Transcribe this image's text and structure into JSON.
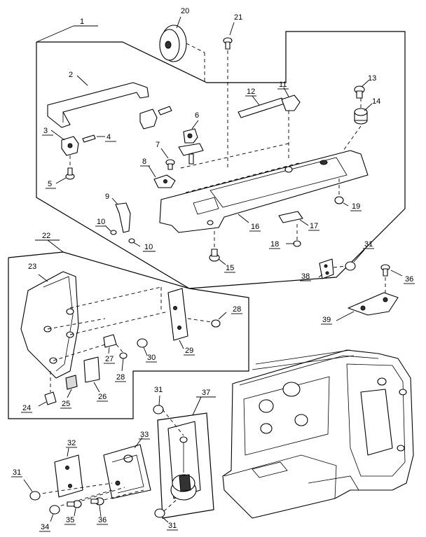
{
  "callouts": [
    {
      "id": "1",
      "label": "1"
    },
    {
      "id": "2",
      "label": "2"
    },
    {
      "id": "3",
      "label": "3"
    },
    {
      "id": "4",
      "label": "4"
    },
    {
      "id": "5",
      "label": "5"
    },
    {
      "id": "6",
      "label": "6"
    },
    {
      "id": "7",
      "label": "7"
    },
    {
      "id": "8",
      "label": "8"
    },
    {
      "id": "9",
      "label": "9"
    },
    {
      "id": "10a",
      "label": "10"
    },
    {
      "id": "10b",
      "label": "10"
    },
    {
      "id": "11",
      "label": "11"
    },
    {
      "id": "12",
      "label": "12"
    },
    {
      "id": "13",
      "label": "13"
    },
    {
      "id": "14",
      "label": "14"
    },
    {
      "id": "15",
      "label": "15"
    },
    {
      "id": "16",
      "label": "16"
    },
    {
      "id": "17",
      "label": "17"
    },
    {
      "id": "18",
      "label": "18"
    },
    {
      "id": "19",
      "label": "19"
    },
    {
      "id": "20",
      "label": "20"
    },
    {
      "id": "21",
      "label": "21"
    },
    {
      "id": "22",
      "label": "22"
    },
    {
      "id": "23",
      "label": "23"
    },
    {
      "id": "24",
      "label": "24"
    },
    {
      "id": "25",
      "label": "25"
    },
    {
      "id": "26",
      "label": "26"
    },
    {
      "id": "27",
      "label": "27"
    },
    {
      "id": "28a",
      "label": "28"
    },
    {
      "id": "28b",
      "label": "28"
    },
    {
      "id": "29",
      "label": "29"
    },
    {
      "id": "30",
      "label": "30"
    },
    {
      "id": "31a",
      "label": "31"
    },
    {
      "id": "31b",
      "label": "31"
    },
    {
      "id": "31c",
      "label": "31"
    },
    {
      "id": "31d",
      "label": "31"
    },
    {
      "id": "32",
      "label": "32"
    },
    {
      "id": "33",
      "label": "33"
    },
    {
      "id": "34",
      "label": "34"
    },
    {
      "id": "35",
      "label": "35"
    },
    {
      "id": "36a",
      "label": "36"
    },
    {
      "id": "36b",
      "label": "36"
    },
    {
      "id": "37",
      "label": "37"
    },
    {
      "id": "38",
      "label": "38"
    },
    {
      "id": "39",
      "label": "39"
    }
  ]
}
